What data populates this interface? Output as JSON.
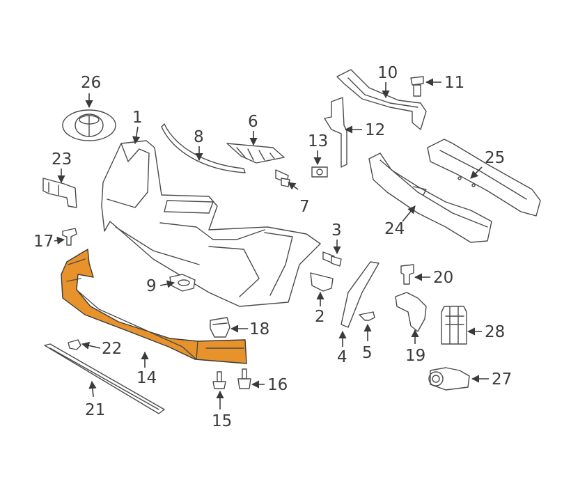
{
  "diagram": {
    "highlight_color": "#e8922c",
    "line_color": "#4a4a4a",
    "callouts": {
      "p1": "1",
      "p2": "2",
      "p3": "3",
      "p4": "4",
      "p5": "5",
      "p6": "6",
      "p7": "7",
      "p8": "8",
      "p9": "9",
      "p10": "10",
      "p11": "11",
      "p12": "12",
      "p13": "13",
      "p14": "14",
      "p15": "15",
      "p16": "16",
      "p17": "17",
      "p18": "18",
      "p19": "19",
      "p20": "20",
      "p21": "21",
      "p22": "22",
      "p23": "23",
      "p24": "24",
      "p25": "25",
      "p26": "26",
      "p27": "27",
      "p28": "28"
    }
  }
}
